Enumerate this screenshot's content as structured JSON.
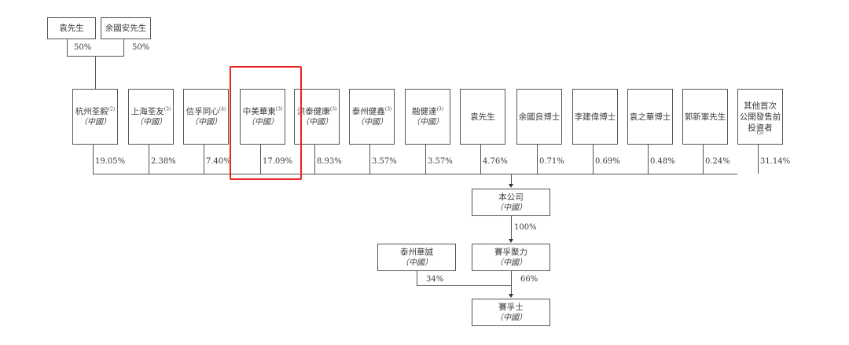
{
  "top_owners": [
    {
      "name": "袁先生",
      "pct": "50%"
    },
    {
      "name": "余國安先生",
      "pct": "50%"
    }
  ],
  "shareholders": [
    {
      "name": "杭州荃毅",
      "note": "(2)",
      "sub": "（中國）",
      "pct": "19.05%"
    },
    {
      "name": "上海荃友",
      "note": "(3)",
      "sub": "（中國）",
      "pct": "2.38%"
    },
    {
      "name": "信孚同心",
      "note": "(4)",
      "sub": "（中國）",
      "pct": "7.40%"
    },
    {
      "name": "中美華東",
      "note": "(3)",
      "sub": "（中國）",
      "pct": "17.09%"
    },
    {
      "name": "洪泰健康",
      "note": "(3)",
      "sub": "（中國）",
      "pct": "8.93%"
    },
    {
      "name": "泰州健鑫",
      "note": "(3)",
      "sub": "（中國）",
      "pct": "3.57%"
    },
    {
      "name": "融健達",
      "note": "(3)",
      "sub": "（中國）",
      "pct": "3.57%"
    },
    {
      "name": "袁先生",
      "note": "",
      "sub": "",
      "pct": "4.76%"
    },
    {
      "name": "余國良博士",
      "note": "",
      "sub": "",
      "pct": "0.71%"
    },
    {
      "name": "李建偉博士",
      "note": "",
      "sub": "",
      "pct": "0.69%"
    },
    {
      "name": "袁之華博士",
      "note": "",
      "sub": "",
      "pct": "0.48%"
    },
    {
      "name": "郭新軍先生",
      "note": "",
      "sub": "",
      "pct": "0.24%"
    },
    {
      "name": "其他首次公開發售前投資者",
      "note": "(5)",
      "sub": "",
      "pct": "31.14%",
      "lines": [
        "其他首次",
        "公開發售前",
        "投資者"
      ]
    }
  ],
  "company": {
    "name": "本公司",
    "sub": "（中國）"
  },
  "company_to_sub_pct": "100%",
  "subsidiary": {
    "name": "賽孚聚力",
    "sub": "（中國）",
    "pct": "66%"
  },
  "partner": {
    "name": "泰州華誠",
    "sub": "（中國）",
    "pct": "34%"
  },
  "target": {
    "name": "賽孚士",
    "sub": "（中國）"
  },
  "highlight": {
    "color": "#e8231f",
    "target": "中美華東"
  }
}
